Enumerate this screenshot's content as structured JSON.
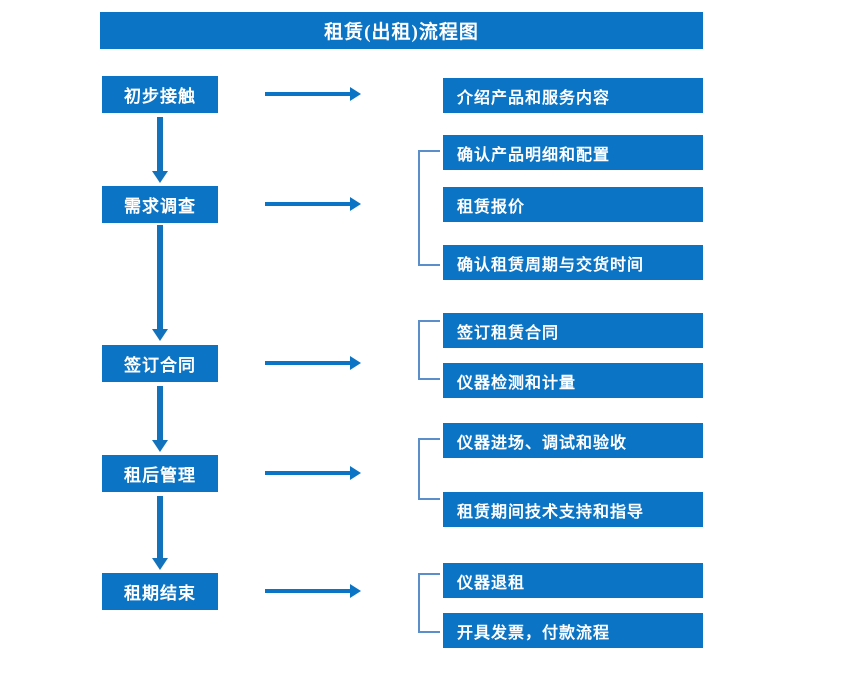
{
  "title": "租赁(出租)流程图",
  "stages": [
    {
      "label": "初步接触"
    },
    {
      "label": "需求调查"
    },
    {
      "label": "签订合同"
    },
    {
      "label": "租后管理"
    },
    {
      "label": "租期结束"
    }
  ],
  "details": [
    {
      "label": "介绍产品和服务内容"
    },
    {
      "label": "确认产品明细和配置"
    },
    {
      "label": "租赁报价"
    },
    {
      "label": "确认租赁周期与交货时间"
    },
    {
      "label": "签订租赁合同"
    },
    {
      "label": "仪器检测和计量"
    },
    {
      "label": "仪器进场、调试和验收"
    },
    {
      "label": "租赁期间技术支持和指导"
    },
    {
      "label": "仪器退租"
    },
    {
      "label": "开具发票，付款流程"
    }
  ],
  "colors": {
    "primary": "#0C74C4",
    "arrow": "#1273BC",
    "bracket": "#5B8FC9",
    "text": "#FFFFFF"
  }
}
